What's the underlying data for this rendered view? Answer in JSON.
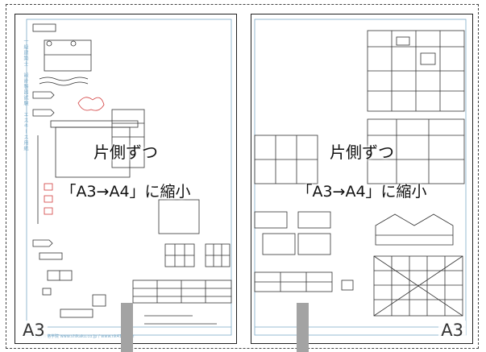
{
  "sheets": [
    {
      "overlay_line1": "片側ずつ",
      "overlay_line2": "「A3→A4」に縮小",
      "paper_size": "A3",
      "side_label": "一級建築士　設計製図試験　エスキース用紙",
      "footer_text": "総合資格学院 www.shikaku.co.jp / www.nk410.com"
    },
    {
      "overlay_line1": "片側ずつ",
      "overlay_line2": "「A3→A4」に縮小",
      "paper_size": "A3"
    }
  ],
  "colors": {
    "sheet_border": "#222222",
    "guide_blue": "#7aaac8",
    "spine_tab": "#a3a3a3",
    "highlight_red": "#d23c3c"
  }
}
